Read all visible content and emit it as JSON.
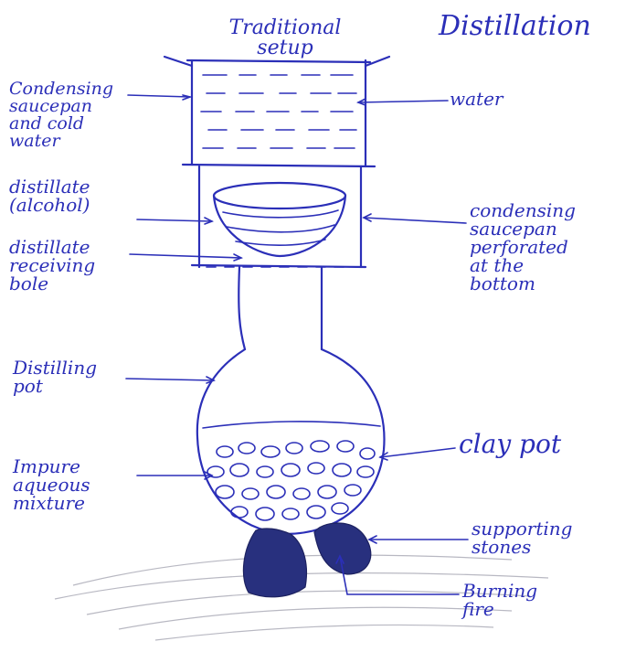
{
  "title": "Distillation",
  "subtitle": "Traditional setup",
  "labels_left": {
    "condensing_saucepan": "Condensing\nsaucepan\nand cold\nwater",
    "distillate": "distillate\n(alcohol)",
    "receiving_bowl": "distillate\nreceiving\nbole",
    "distilling_pot": "Distilling\npot",
    "impure_mixture": "Impure\naqueous\nmixture"
  },
  "labels_right": {
    "water": "water",
    "perforated_saucepan": "condensing\nsaucepan\nperforated\nat the\nbottom",
    "clay_pot": "clay pot",
    "supporting_stones": "supporting\nstones",
    "burning_fire": "Burning\nfire"
  },
  "colors": {
    "ink": "#2b2fb8",
    "stone": "#28307e"
  }
}
